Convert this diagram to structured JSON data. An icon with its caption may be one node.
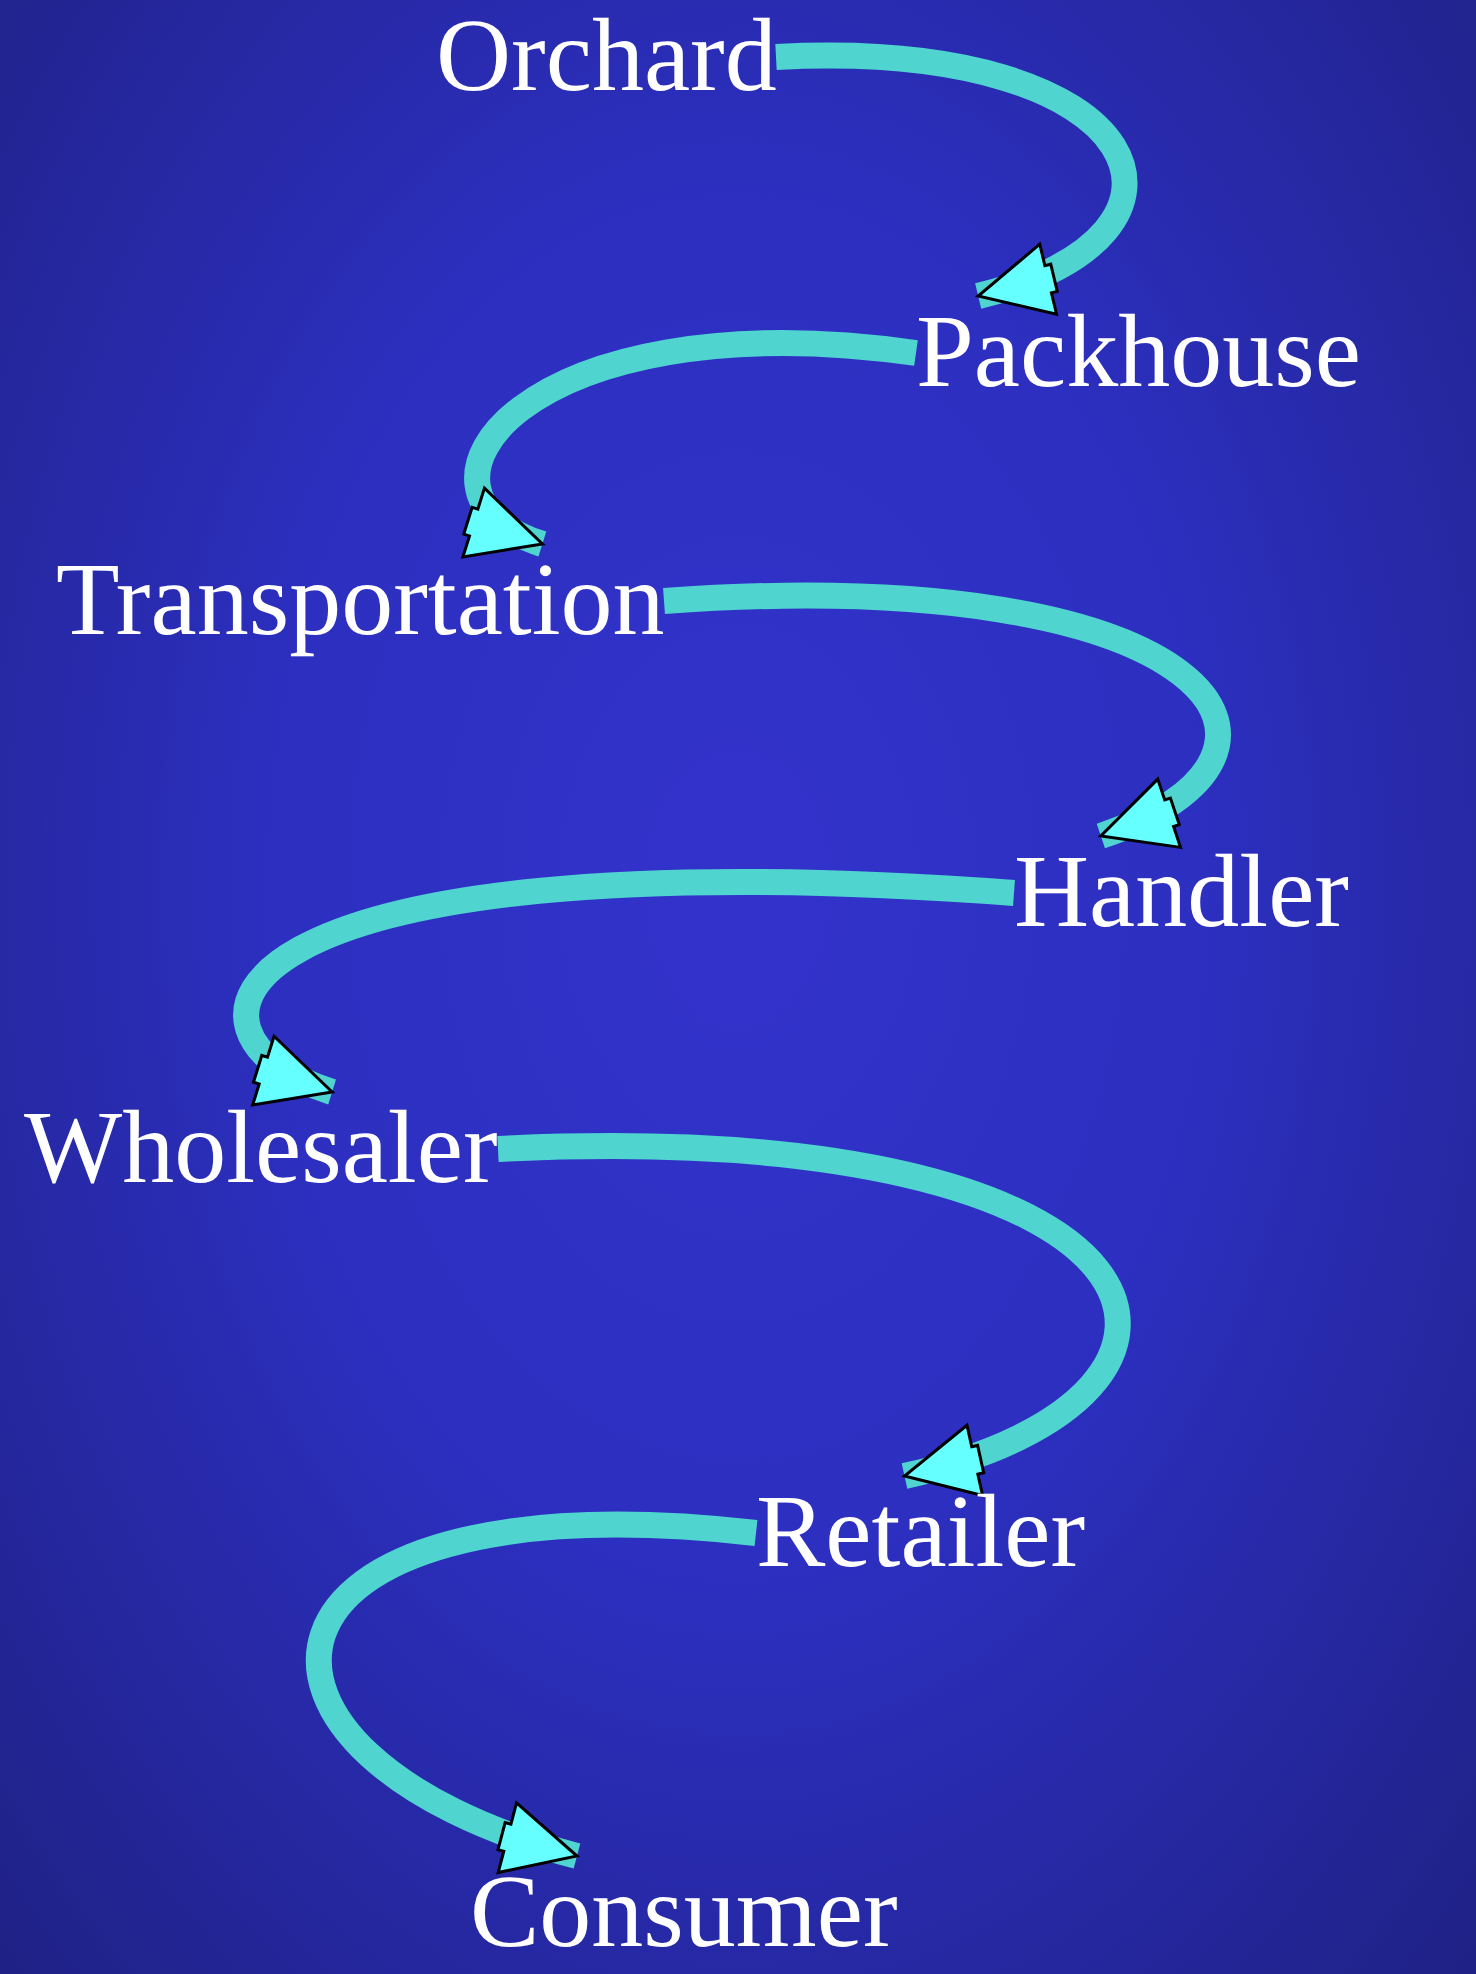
{
  "diagram": {
    "nodes": [
      {
        "text": [
          "Orchard"
        ]
      },
      {
        "text": [
          "Packhouse"
        ]
      },
      {
        "text": [
          "Transportation"
        ]
      },
      {
        "text": [
          "Handler"
        ]
      },
      {
        "text": [
          "Wholesaler"
        ]
      },
      {
        "text": [
          "Retailer"
        ]
      },
      {
        "text": [
          "Consumer"
        ]
      }
    ],
    "edges": [
      {
        "from": 0,
        "to": 1,
        "arrow": "to"
      },
      {
        "from": 1,
        "to": 2,
        "arrow": "to"
      },
      {
        "from": 2,
        "to": 3,
        "arrow": "to"
      },
      {
        "from": 3,
        "to": 4,
        "arrow": "to"
      },
      {
        "from": 4,
        "to": 5,
        "arrow": "to"
      },
      {
        "from": 5,
        "to": 6,
        "arrow": "to"
      }
    ]
  }
}
